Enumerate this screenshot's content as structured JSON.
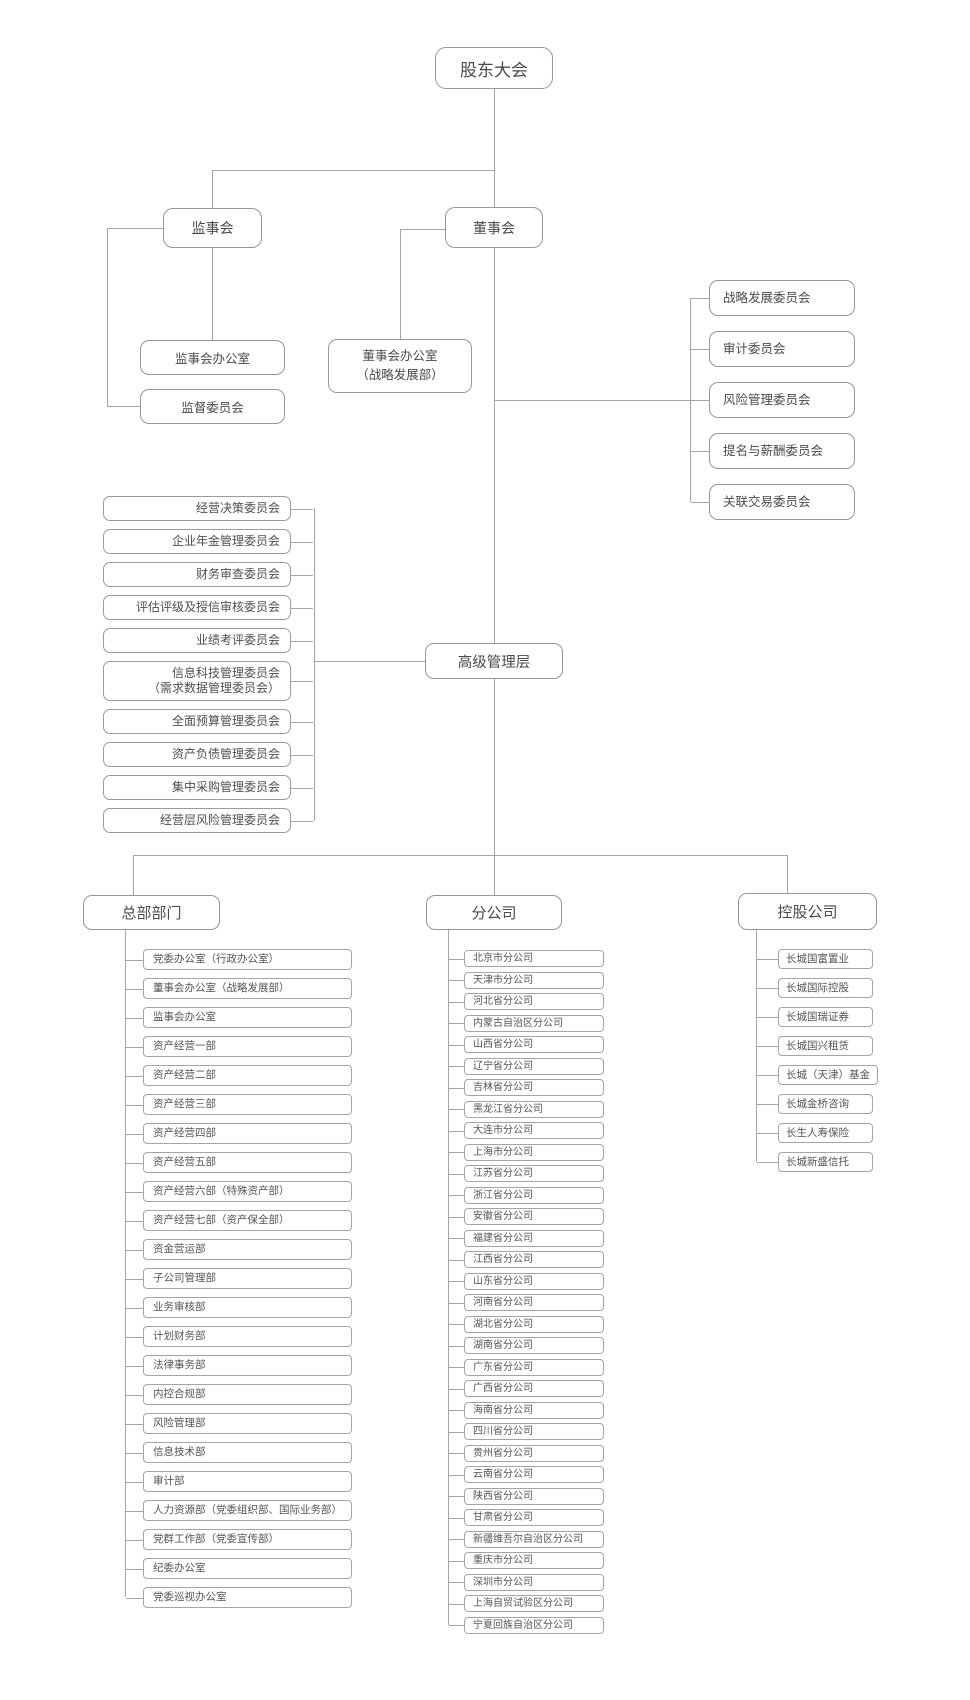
{
  "nodes": {
    "shareholders": "股东大会",
    "supervisory_board": "监事会",
    "board": "董事会",
    "supervisory_office": "监事会办公室",
    "supervision_committee": "监督委员会",
    "board_office": "董事会办公室\n（战略发展部）",
    "senior_management": "高级管理层",
    "hq_departments_header": "总部部门",
    "branches_header": "分公司",
    "holdings_header": "控股公司"
  },
  "board_committees": [
    "战略发展委员会",
    "审计委员会",
    "风险管理委员会",
    "提名与薪酬委员会",
    "关联交易委员会"
  ],
  "management_committees": [
    "经营决策委员会",
    "企业年金管理委员会",
    "财务审查委员会",
    "评估评级及授信审核委员会",
    "业绩考评委员会",
    "信息科技管理委员会\n（需求数据管理委员会）",
    "全面预算管理委员会",
    "资产负债管理委员会",
    "集中采购管理委员会",
    "经营层风险管理委员会"
  ],
  "hq_departments": [
    "党委办公室（行政办公室）",
    "董事会办公室（战略发展部）",
    "监事会办公室",
    "资产经营一部",
    "资产经营二部",
    "资产经营三部",
    "资产经营四部",
    "资产经营五部",
    "资产经营六部（特殊资产部）",
    "资产经营七部（资产保全部）",
    "资金营运部",
    "子公司管理部",
    "业务审核部",
    "计划财务部",
    "法律事务部",
    "内控合规部",
    "风险管理部",
    "信息技术部",
    "审计部",
    "人力资源部（党委组织部、国际业务部）",
    "党群工作部（党委宣传部）",
    "纪委办公室",
    "党委巡视办公室"
  ],
  "branch_companies": [
    "北京市分公司",
    "天津市分公司",
    "河北省分公司",
    "内蒙古自治区分公司",
    "山西省分公司",
    "辽宁省分公司",
    "吉林省分公司",
    "黑龙江省分公司",
    "大连市分公司",
    "上海市分公司",
    "江苏省分公司",
    "浙江省分公司",
    "安徽省分公司",
    "福建省分公司",
    "江西省分公司",
    "山东省分公司",
    "河南省分公司",
    "湖北省分公司",
    "湖南省分公司",
    "广东省分公司",
    "广西省分公司",
    "海南省分公司",
    "四川省分公司",
    "贵州省分公司",
    "云南省分公司",
    "陕西省分公司",
    "甘肃省分公司",
    "新疆维吾尔自治区分公司",
    "重庆市分公司",
    "深圳市分公司",
    "上海自贸试验区分公司",
    "宁夏回族自治区分公司"
  ],
  "holding_companies": [
    "长城国富置业",
    "长城国际控股",
    "长城国瑞证券",
    "长城国兴租赁",
    "长城（天津）基金",
    "长城金桥咨询",
    "长生人寿保险",
    "长城新盛信托"
  ]
}
